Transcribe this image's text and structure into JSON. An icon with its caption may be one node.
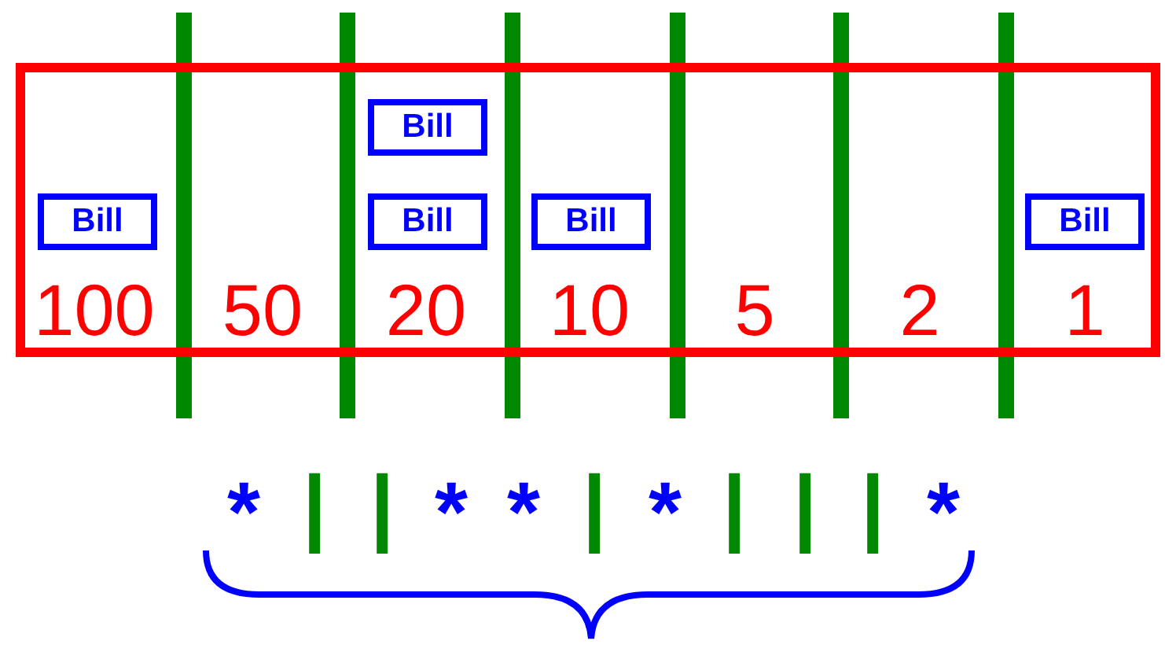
{
  "diagram": {
    "nodes": [
      {
        "text": [],
        "shape": "box"
      },
      {
        "text": [
          "Bill"
        ],
        "in": 0
      },
      {
        "text": [
          "Bill"
        ],
        "in": 0
      },
      {
        "text": [
          "Bill"
        ],
        "in": 0
      },
      {
        "text": [
          "Bill"
        ],
        "in": 0
      },
      {
        "text": [
          "Bill"
        ],
        "in": 0
      }
    ],
    "labels": [
      "100",
      "50",
      "20",
      "10",
      "5",
      "2",
      "1",
      "*",
      "|",
      "|",
      "*",
      "*",
      "|",
      "*",
      "|",
      "|",
      "|",
      "*"
    ]
  }
}
